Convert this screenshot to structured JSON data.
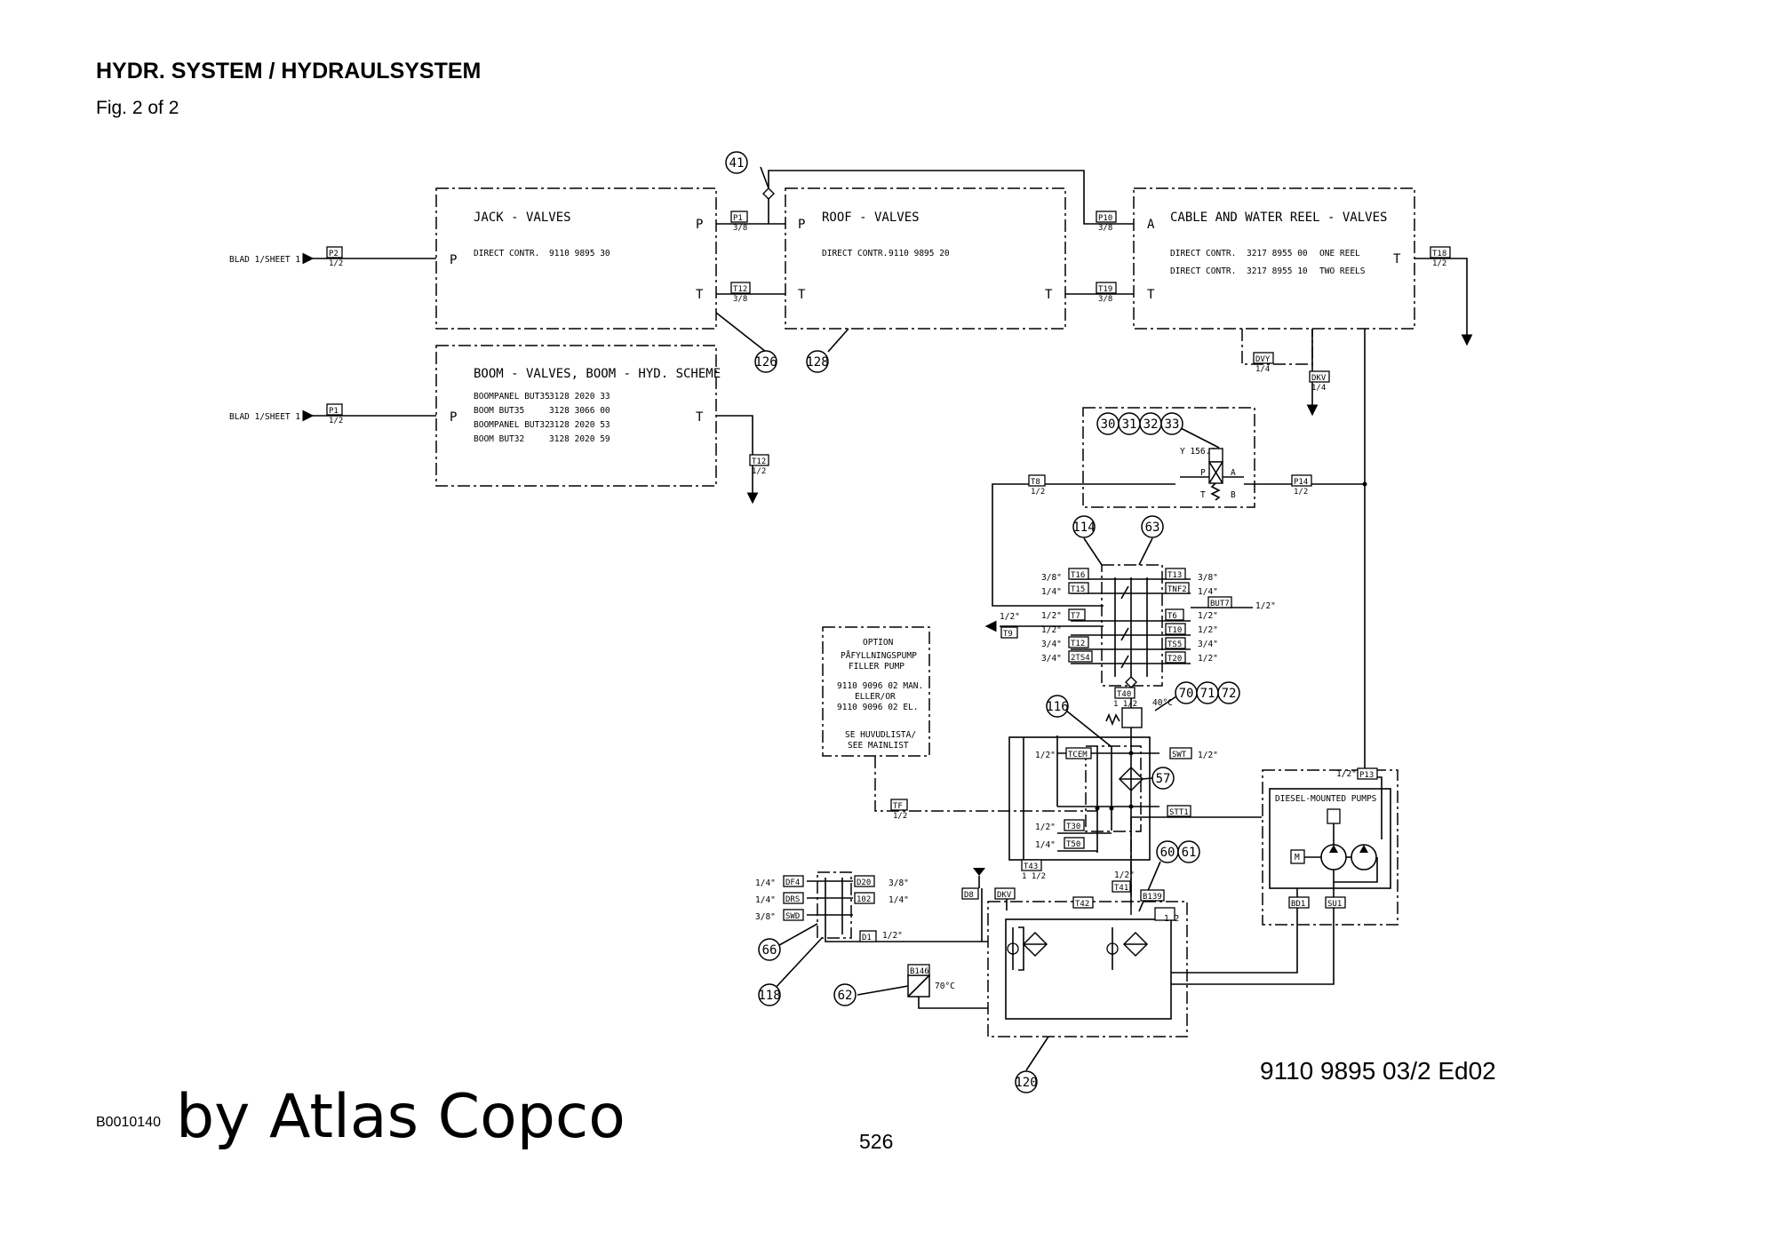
{
  "header": {
    "title": "HYDR. SYSTEM / HYDRAULSYSTEM",
    "figure": "Fig. 2 of 2"
  },
  "footer": {
    "doc_number": "9110 9895 03/2  Ed02",
    "page_number": "526",
    "image_code": "B0010140",
    "byline": "by Atlas Copco"
  },
  "sheet_refs": {
    "blad1": "BLAD 1/SHEET 1"
  },
  "boxes": {
    "jack": {
      "title": "JACK - VALVES",
      "row1_label": "DIRECT CONTR.",
      "row1_value": "9110 9895 30",
      "port_p": "P",
      "port_t": "T"
    },
    "roof": {
      "title": "ROOF - VALVES",
      "row1_label": "DIRECT CONTR.",
      "row1_value": "9110 9895 20",
      "port_p": "P",
      "port_t": "T"
    },
    "cable": {
      "title": "CABLE AND WATER REEL - VALVES",
      "row1_label": "DIRECT CONTR.",
      "row1_value": "3217 8955 00",
      "row1_note": "ONE REEL",
      "row2_label": "DIRECT CONTR.",
      "row2_value": "3217 8955 10",
      "row2_note": "TWO REELS",
      "port_a": "A",
      "port_t": "T"
    },
    "boom": {
      "title": "BOOM - VALVES, BOOM - HYD. SCHEME",
      "rows": [
        {
          "name": "BOOMPANEL BUT35",
          "code": "3128 2020 33"
        },
        {
          "name": "BOOM BUT35",
          "code": "3128 3066 00"
        },
        {
          "name": "BOOMPANEL BUT32",
          "code": "3128 2020 53"
        },
        {
          "name": "BOOM BUT32",
          "code": "3128 2020 59"
        }
      ],
      "port_p": "P",
      "port_t": "T"
    },
    "option": {
      "lines": [
        "OPTION",
        "PÅFYLLNINGSPUMP",
        "FILLER PUMP",
        "9110 9096 02 MAN.",
        "ELLER/OR",
        "9110 9096 02 EL.",
        "SE HUVUDLISTA/",
        "SEE MAINLIST"
      ]
    },
    "diesel": {
      "title": "DIESEL-MOUNTED PUMPS",
      "motor": "M"
    }
  },
  "solenoid": {
    "label": "Y 156.4",
    "p": "P",
    "a": "A",
    "t": "T",
    "b": "B"
  },
  "misc": {
    "temp1": "40°C",
    "temp2": "70°C",
    "val12": "1.2"
  },
  "ports": {
    "P2": "P2",
    "P1": "P1",
    "P10": "P10",
    "P13": "P13",
    "P14": "P14",
    "T12": "T12",
    "T19": "T19",
    "T18": "T18",
    "T8": "T8",
    "T9": "T9",
    "T7": "T7",
    "T16": "T16",
    "T15": "T15",
    "T13": "T13",
    "TNF2": "TNF2",
    "BUT7": "BUT7",
    "T6": "T6",
    "T10": "T10",
    "TS5": "TS5",
    "T20": "T20",
    "T12b": "T12",
    "2TS4": "2TS4",
    "T40": "T40",
    "TCEM": "TCEM",
    "SWT": "SWT",
    "STT1": "STT1",
    "TF": "TF",
    "T30": "T30",
    "T50": "T50",
    "T43": "T43",
    "T41": "T41",
    "T42": "T42",
    "DVY": "DVY",
    "DKV": "DKV",
    "DF4": "DF4",
    "D20": "D20",
    "DRS": "DRS",
    "102": "102",
    "SWD": "SWD",
    "D1": "D1",
    "D8": "D8",
    "DKV2": "DKV",
    "B139": "B139",
    "B146": "B146",
    "BD1": "BD1",
    "SU1": "SU1"
  },
  "sizes": {
    "half": "1/2",
    "half_in": "1/2\"",
    "three_eighths": "3/8",
    "three_eighths_in": "3/8\"",
    "quarter": "1/4",
    "quarter_in": "1/4\"",
    "three_quarter_in": "3/4\"",
    "one_half": "1 1/2"
  },
  "balloons": {
    "b41": "41",
    "b126": "126",
    "b128": "128",
    "b30": "30",
    "b31": "31",
    "b32": "32",
    "b33": "33",
    "b114": "114",
    "b63": "63",
    "b70": "70",
    "b71": "71",
    "b72": "72",
    "b116": "116",
    "b57": "57",
    "b60": "60",
    "b61": "61",
    "b66": "66",
    "b118": "118",
    "b62": "62",
    "b120": "120"
  }
}
